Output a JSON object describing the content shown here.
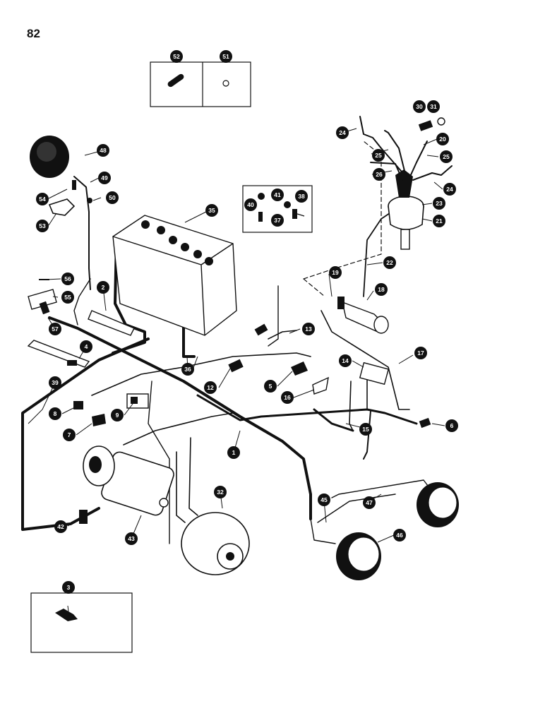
{
  "page": {
    "number": "82"
  },
  "colors": {
    "ink": "#111111",
    "paper": "#ffffff"
  },
  "callouts": {
    "c1": "1",
    "c2": "2",
    "c3": "3",
    "c4": "4",
    "c5": "5",
    "c6": "6",
    "c7": "7",
    "c8": "8",
    "c9": "9",
    "c12": "12",
    "c13": "13",
    "c14": "14",
    "c15": "15",
    "c16": "16",
    "c17": "17",
    "c18": "18",
    "c19": "19",
    "c20": "20",
    "c21": "21",
    "c22": "22",
    "c23": "23",
    "c24a": "24",
    "c24b": "24",
    "c25a": "25",
    "c25b": "25",
    "c26": "26",
    "c30": "30",
    "c31": "31",
    "c32": "32",
    "c35": "35",
    "c36": "36",
    "c37": "37",
    "c38": "38",
    "c39": "39",
    "c40": "40",
    "c41": "41",
    "c42": "42",
    "c43": "43",
    "c45": "45",
    "c46": "46",
    "c47": "47",
    "c48": "48",
    "c49": "49",
    "c50": "50",
    "c51": "51",
    "c52": "52",
    "c53": "53",
    "c54": "54",
    "c55": "55",
    "c56": "56",
    "c57": "57"
  }
}
